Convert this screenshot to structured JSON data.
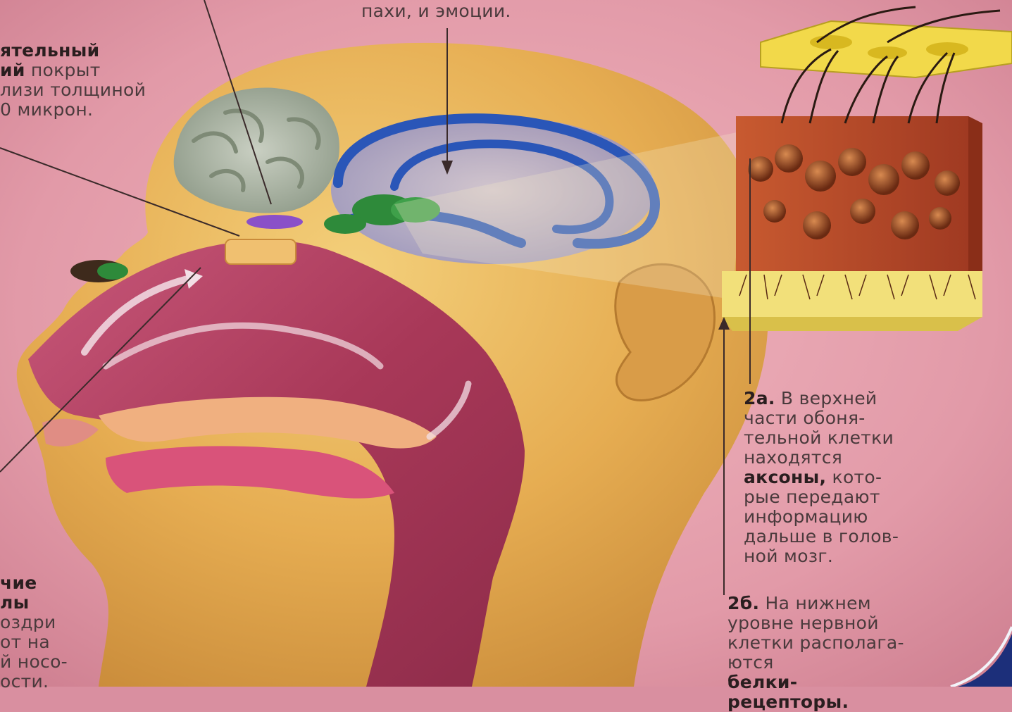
{
  "captions": {
    "top_center": [
      "пахи, и эмоции."
    ],
    "top_left": [
      {
        "bold": "ятельный",
        "rest": ""
      },
      {
        "bold": "ий",
        "rest": " покрыт"
      },
      {
        "bold": "",
        "rest": "лизи толщиной"
      },
      {
        "bold": "",
        "rest": "0 микрон."
      }
    ],
    "bottom_left": [
      {
        "bold": "чие",
        "rest": ""
      },
      {
        "bold": "лы",
        "rest": ""
      },
      {
        "bold": "",
        "rest": "оздри"
      },
      {
        "bold": "",
        "rest": "от на"
      },
      {
        "bold": "",
        "rest": "й носо-"
      },
      {
        "bold": "",
        "rest": "ости."
      }
    ],
    "right_2a": [
      {
        "bold": "2а.",
        "rest": " В верхней"
      },
      {
        "bold": "",
        "rest": "части обоня-"
      },
      {
        "bold": "",
        "rest": "тельной клетки"
      },
      {
        "bold": "",
        "rest": "находятся"
      },
      {
        "bold": "аксоны,",
        "rest": " кото-"
      },
      {
        "bold": "",
        "rest": "рые передают"
      },
      {
        "bold": "",
        "rest": "информацию"
      },
      {
        "bold": "",
        "rest": "дальше в голов-"
      },
      {
        "bold": "",
        "rest": "ной мозг."
      }
    ],
    "right_2b": [
      {
        "bold": "2б.",
        "rest": " На нижнем"
      },
      {
        "bold": "",
        "rest": "уровне нервной"
      },
      {
        "bold": "",
        "rest": "клетки располага-"
      },
      {
        "bold": "",
        "rest": "ются "
      },
      {
        "bold": "белки-",
        "rest": ""
      },
      {
        "bold": "рецепторы.",
        "rest": ""
      }
    ]
  },
  "colors": {
    "background": "#d98fa0",
    "skin": "#e8b45a",
    "nasal_cavity": "#b8435e",
    "limbic_blue": "#2a56b8",
    "limbic_green": "#2e8a3a",
    "cell_block": "#b0452a",
    "corner_accent": "#1c2f7a"
  }
}
